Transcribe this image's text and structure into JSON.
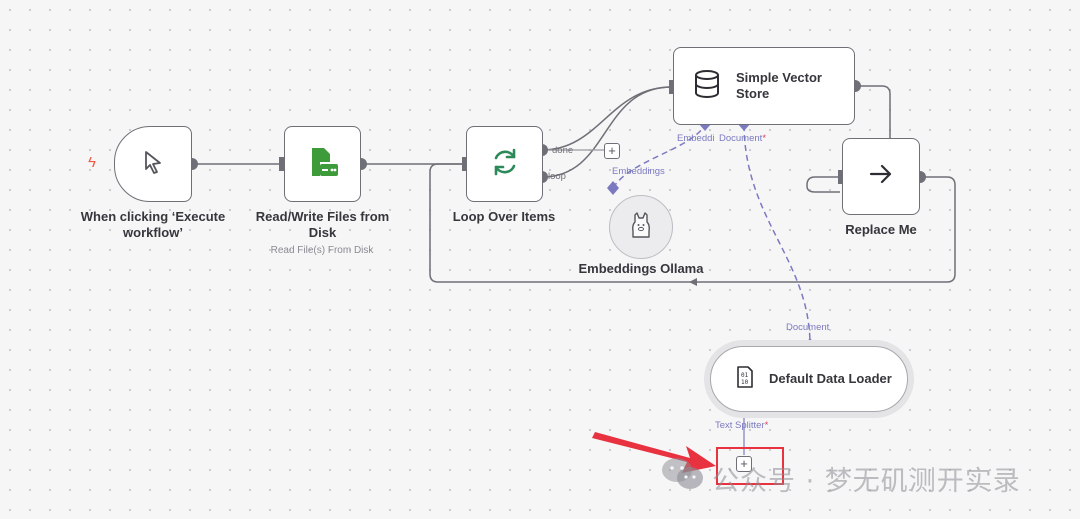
{
  "nodes": {
    "trigger": {
      "title": "When clicking ‘Execute workflow’"
    },
    "read_write": {
      "title": "Read/Write Files from Disk",
      "subtitle": "Read File(s) From Disk"
    },
    "loop": {
      "title": "Loop Over Items",
      "out_done": "done",
      "out_loop": "loop"
    },
    "vector_store": {
      "title": "Simple Vector Store",
      "port_embedding": "Embeddi",
      "port_document": "Document",
      "required_mark": "*"
    },
    "replace_me": {
      "title": "Replace Me"
    },
    "embeddings": {
      "title": "Embeddings Ollama",
      "port_label": "Embeddings"
    },
    "data_loader": {
      "title": "Default Data Loader",
      "port_document": "Document",
      "port_text_splitter": "Text Splitter",
      "required_mark": "*"
    }
  },
  "add_node_symbol": "+",
  "colors": {
    "accent_purple": "#7b7ac0",
    "required_red": "#e0425a",
    "trigger_bolt": "#f15a46",
    "file_node_green": "#3d9b3a",
    "loop_icon_green": "#2c8a5a",
    "annotation_red": "#e8323f"
  },
  "icons": {
    "trigger": "cursor-pointer-icon",
    "read_write": "file-disk-icon",
    "loop": "refresh-icon",
    "vector_store": "database-icon",
    "replace_me": "arrow-right-icon",
    "embeddings": "ollama-llama-icon",
    "data_loader": "binary-file-icon"
  },
  "watermark": {
    "text": "公众号 · 梦无矶测开实录"
  }
}
